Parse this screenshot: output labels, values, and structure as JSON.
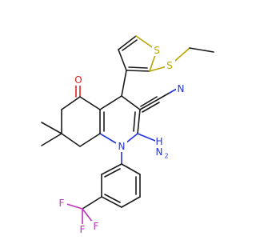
{
  "molecule": {
    "atoms": {
      "sulfur_ring": "S",
      "sulfur_ethyl": "S",
      "oxygen": "O",
      "nitrile_n": "N",
      "ring_n": "N",
      "amino_h": "H",
      "amino_n": "N",
      "amino_sub": "2",
      "fluorine_1": "F",
      "fluorine_2": "F",
      "fluorine_3": "F"
    }
  },
  "colors": {
    "carbon": "#1a1a1a",
    "nitrogen": "#2233dd",
    "oxygen": "#dd2222",
    "sulfur": "#b8a400",
    "fluorine": "#bb33bb"
  }
}
